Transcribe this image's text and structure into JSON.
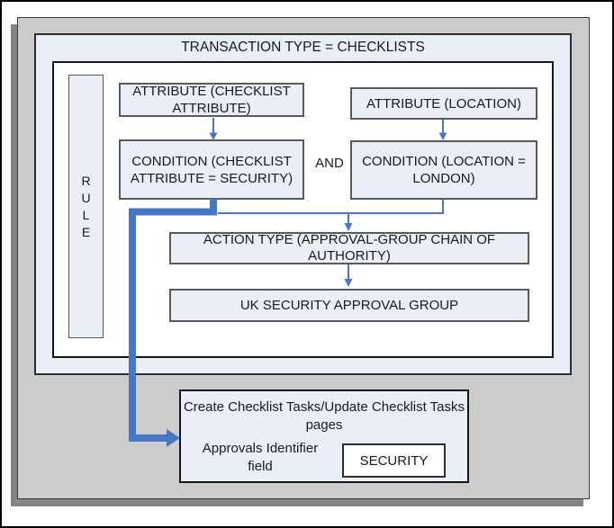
{
  "colors": {
    "arrow": "#4a77c5",
    "thick_arrow": "#4576c8",
    "box_fill": "#e9eef7",
    "box_border": "#5a5a5a",
    "panel_gray": "#cccccc",
    "shadow_gray": "#858585",
    "text": "#1a1a1a"
  },
  "diagram": {
    "title": "TRANSACTION TYPE = CHECKLISTS",
    "rule_label": "R\nU\nL\nE",
    "attribute_checklist": "ATTRIBUTE (CHECKLIST ATTRIBUTE)",
    "attribute_location": "ATTRIBUTE (LOCATION)",
    "condition_checklist": "CONDITION (CHECKLIST ATTRIBUTE = SECURITY)",
    "and_label": "AND",
    "condition_location": "CONDITION (LOCATION = LONDON)",
    "action_type": "ACTION TYPE (APPROVAL-GROUP CHAIN OF AUTHORITY)",
    "approval_group": "UK SECURITY APPROVAL GROUP",
    "bottom_box": {
      "title": "Create Checklist Tasks/Update Checklist Tasks pages",
      "field_label": "Approvals Identifier field",
      "field_value": "SECURITY"
    }
  }
}
